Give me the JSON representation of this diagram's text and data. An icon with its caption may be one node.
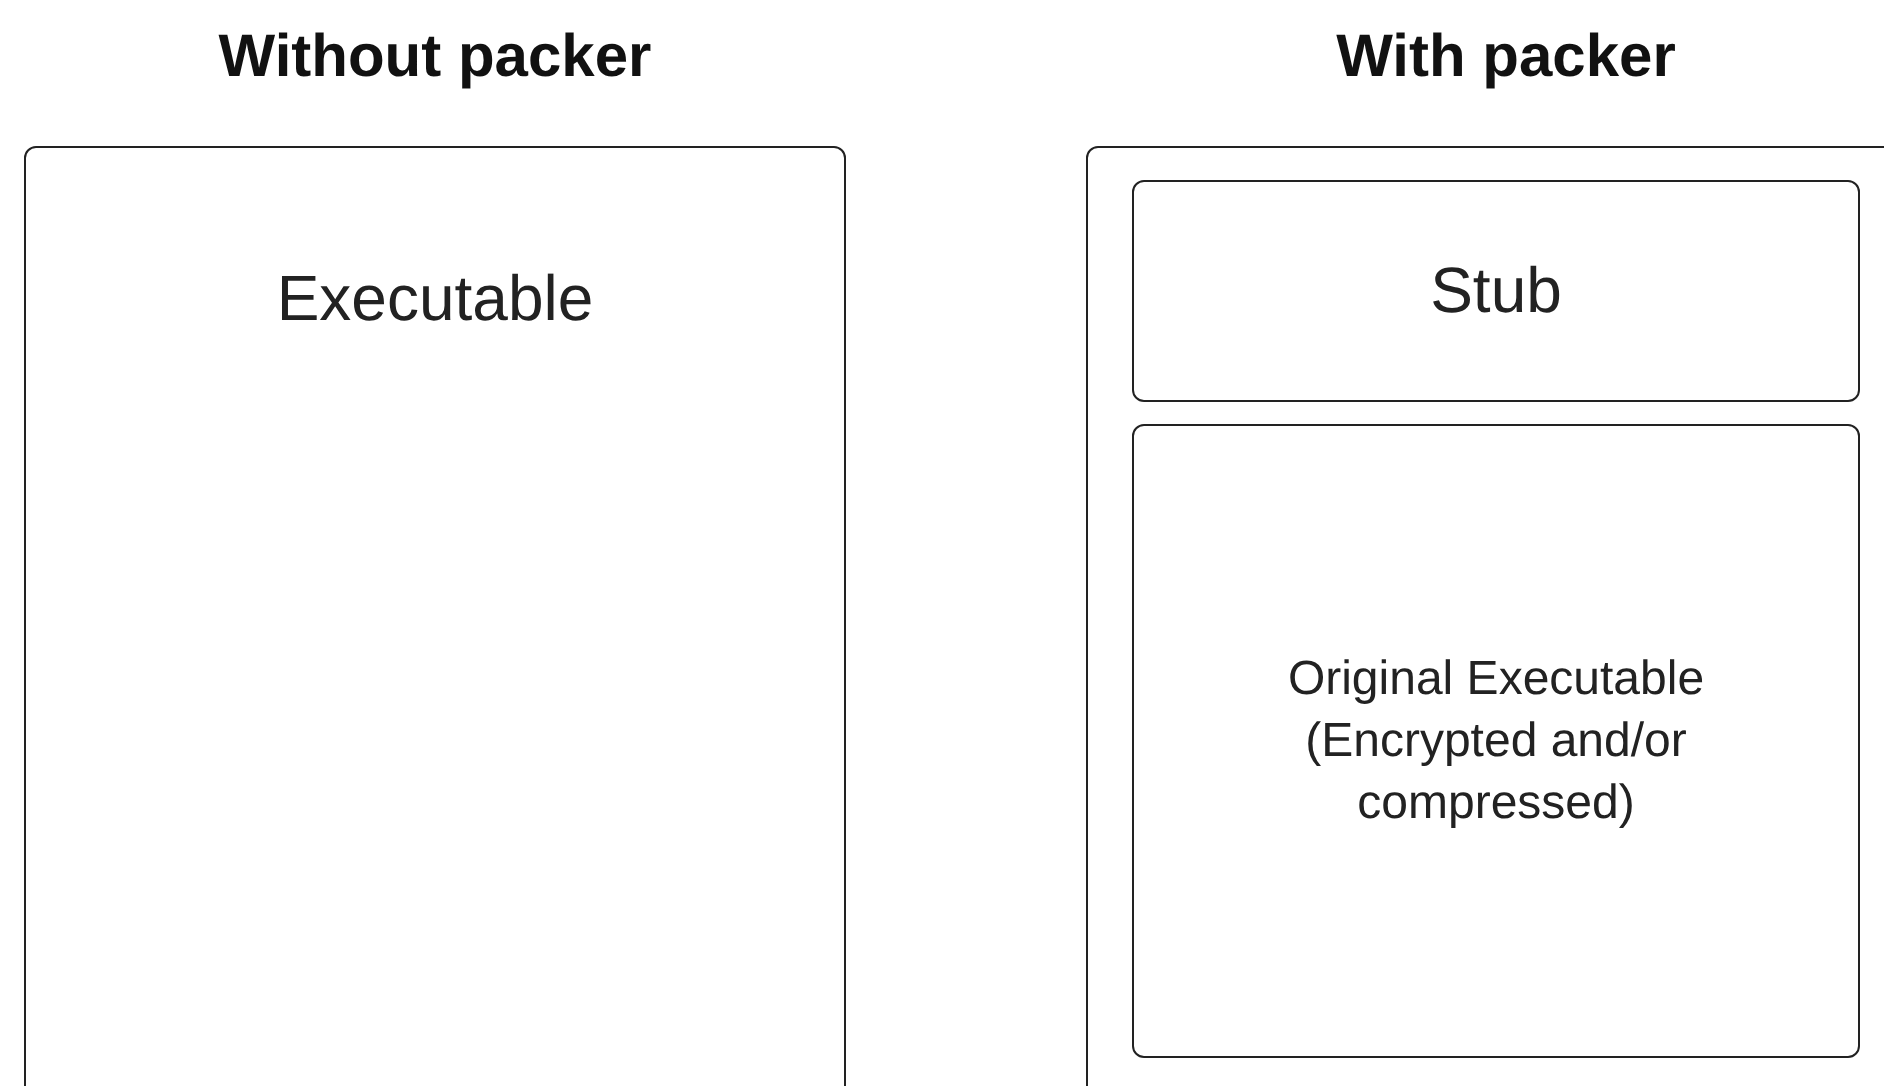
{
  "diagram": {
    "nodes": [
      {
        "text": [
          "Without packer",
          "Executable"
        ]
      },
      {
        "text": [
          "With packer"
        ]
      },
      {
        "text": [
          "Stub"
        ],
        "in": 1
      },
      {
        "text": [
          "Original Executable (Encrypted and/or compressed)"
        ],
        "in": 1
      }
    ],
    "edges": []
  }
}
